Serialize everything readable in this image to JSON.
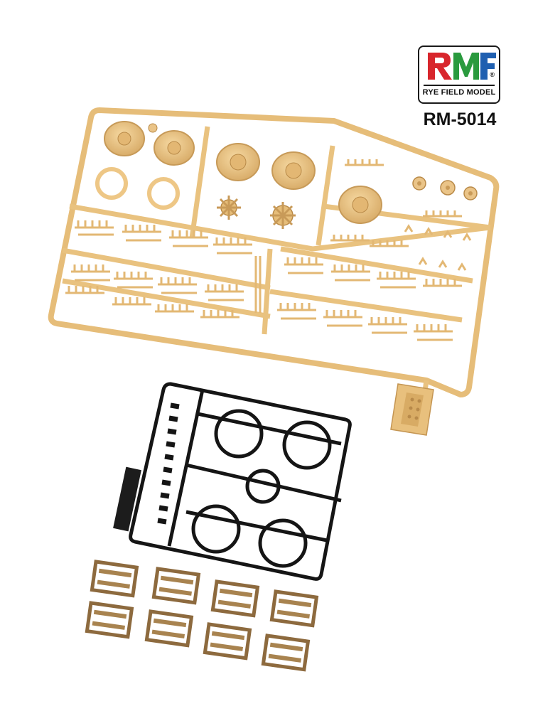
{
  "brand": {
    "logo_text": "RMF",
    "registered_mark": "®",
    "subtitle": "RYE FIELD MODEL",
    "product_code": "RM-5014",
    "colors": {
      "r": "#d8262c",
      "m": "#2a9a3e",
      "f": "#1f5fb0"
    }
  },
  "colors": {
    "sprue_tan": "#efc98a",
    "sprue_edge": "#c9a063",
    "black_sprue": "#151515",
    "track_brown": "#8d6a3e"
  }
}
